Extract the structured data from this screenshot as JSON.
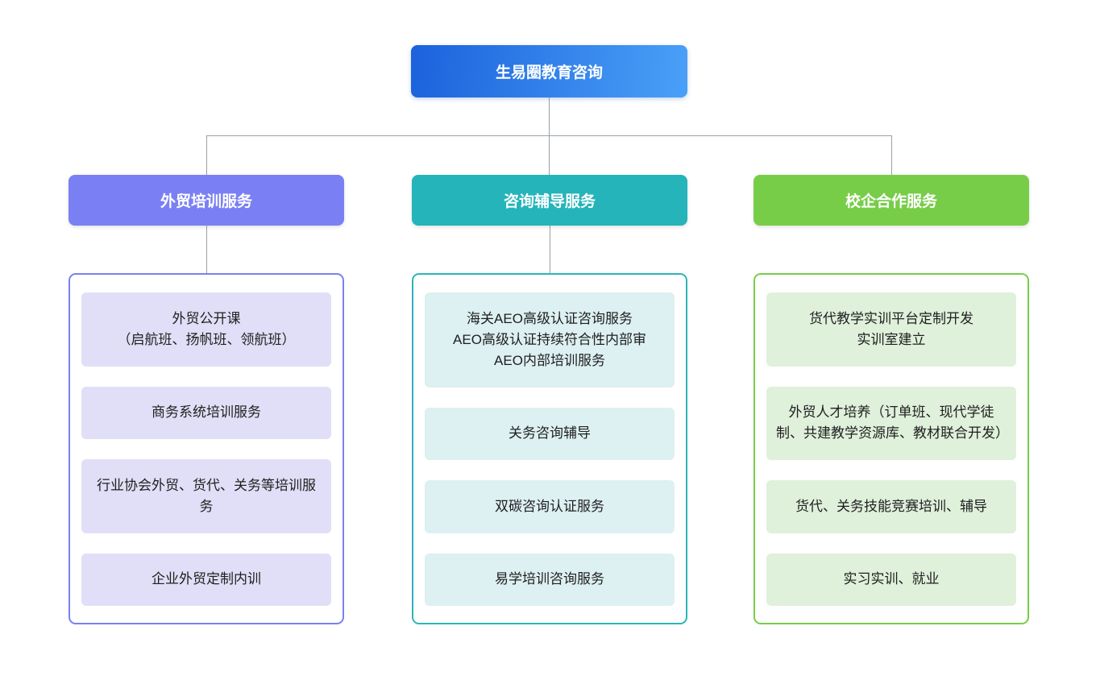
{
  "root": {
    "label": "生易圈教育咨询"
  },
  "branches": [
    {
      "id": "foreign-trade-training",
      "label": "外贸培训服务",
      "header_color": "#7a80f3",
      "item_background": "#e1dff7",
      "items": [
        "外贸公开课\n（启航班、扬帆班、领航班）",
        "商务系统培训服务",
        "行业协会外贸、货代、关务等培训服务",
        "企业外贸定制内训"
      ]
    },
    {
      "id": "consulting-coaching",
      "label": "咨询辅导服务",
      "header_color": "#25b4ba",
      "item_background": "#ddf0f2",
      "items": [
        "海关AEO高级认证咨询服务\nAEO高级认证持续符合性内部审\nAEO内部培训服务",
        "关务咨询辅导",
        "双碳咨询认证服务",
        "易学培训咨询服务"
      ]
    },
    {
      "id": "school-enterprise-cooperation",
      "label": "校企合作服务",
      "header_color": "#77cd48",
      "item_background": "#dff0db",
      "items": [
        "货代教学实训平台定制开发\n实训室建立",
        "外贸人才培养（订单班、现代学徒制、共建教学资源库、教材联合开发）",
        "货代、关务技能竞赛培训、辅导",
        "实习实训、就业"
      ]
    }
  ],
  "colors": {
    "root_gradient_start": "#1b62dc",
    "root_gradient_end": "#4aa0f8",
    "connector": "#98a0a6",
    "background": "#ffffff",
    "item_text": "#1f1f1f"
  }
}
